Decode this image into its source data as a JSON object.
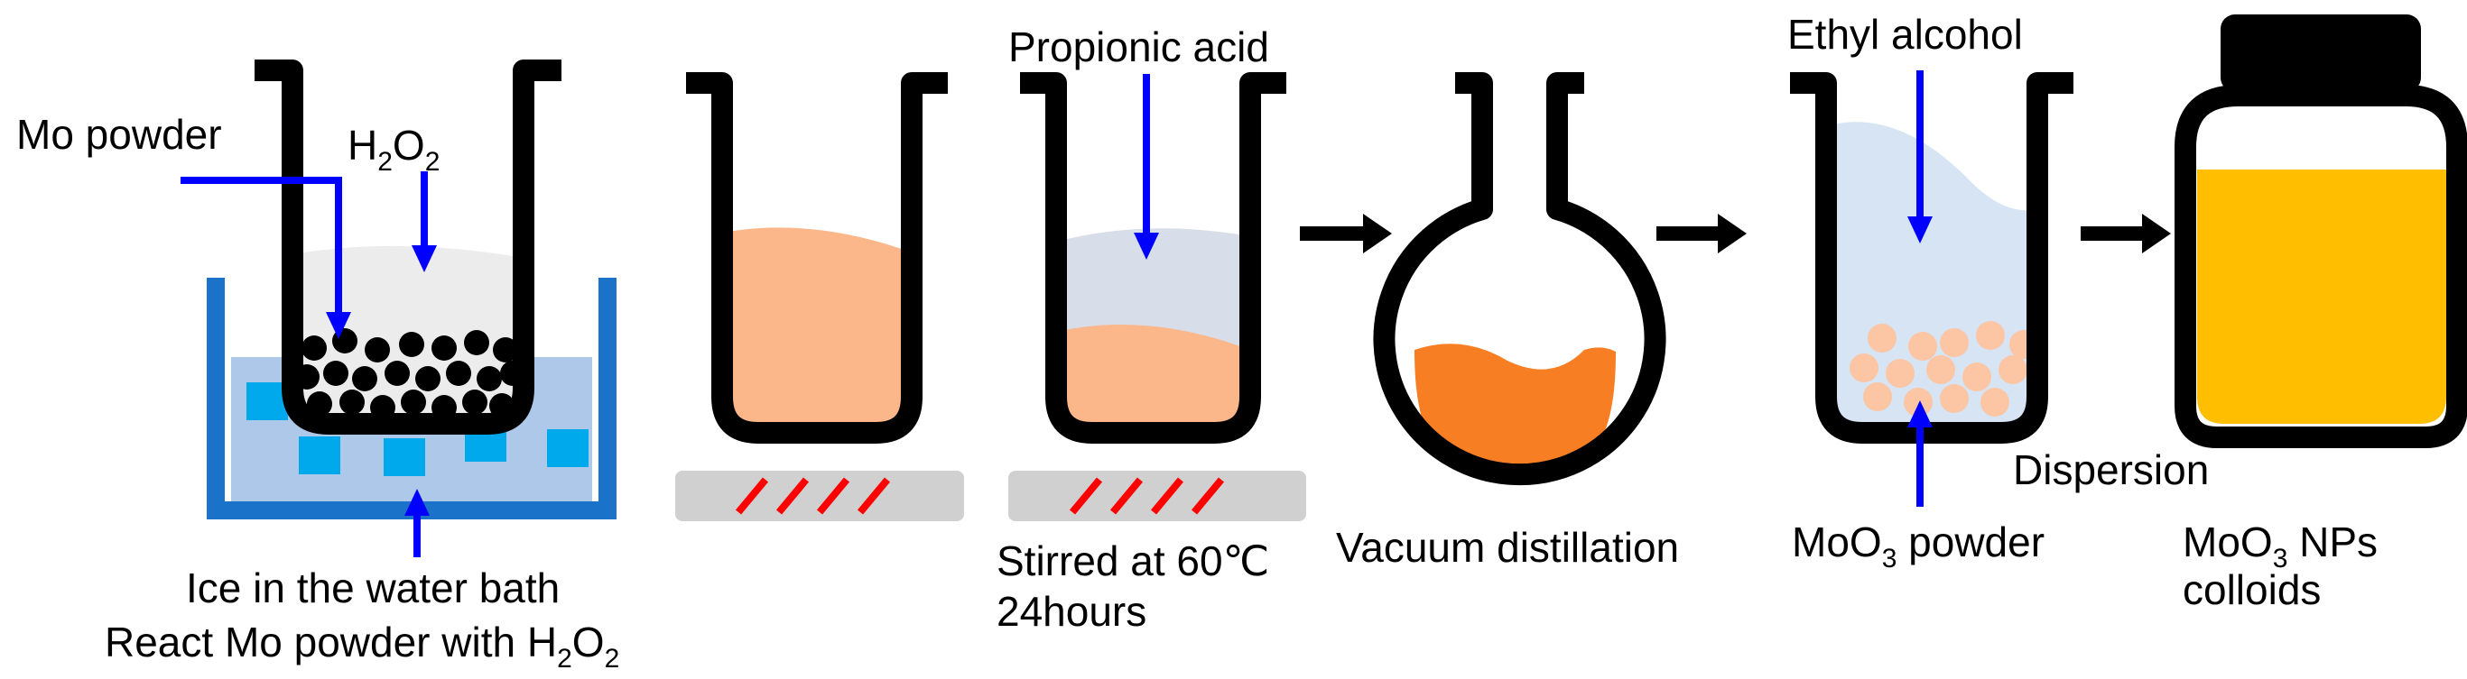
{
  "labels": {
    "mo_powder": "Mo powder",
    "h2o2": {
      "base": "H",
      "sub1": "2",
      "mid": "O",
      "sub2": "2"
    },
    "ice_bath": "Ice in the water  bath",
    "react": {
      "text": "React Mo powder with H",
      "sub1": "2",
      "mid": "O",
      "sub2": "2"
    },
    "propionic_acid": "Propionic acid",
    "stirred_line1": "Stirred at 60℃",
    "stirred_line2": "24hours",
    "vacuum": "Vacuum distillation",
    "ethyl_alcohol": "Ethyl alcohol",
    "moo3_powder": {
      "pre": "MoO",
      "sub": "3",
      "post": " powder"
    },
    "dispersion": "Dispersion",
    "moo3_nps": {
      "pre": "MoO",
      "sub": "3",
      "post": " NPs"
    },
    "colloids": "colloids"
  },
  "colors": {
    "outline": "#000000",
    "ice_bath_frame": "#1b73c9",
    "water": "#aec8ea",
    "ice_cube": "#00a8ec",
    "peroxide_fill": "#ececec",
    "arrow_blue": "#0000ff",
    "orange_solution": "#fbb78a",
    "propionic_layer": "#d7dde9",
    "distillate": "#f77e22",
    "ethanol": "#d6e4f4",
    "particles": "#fcc5a3",
    "colloid": "#ffbf00",
    "hotplate": "#d0d0d0",
    "heat_marks": "#ff0000"
  }
}
